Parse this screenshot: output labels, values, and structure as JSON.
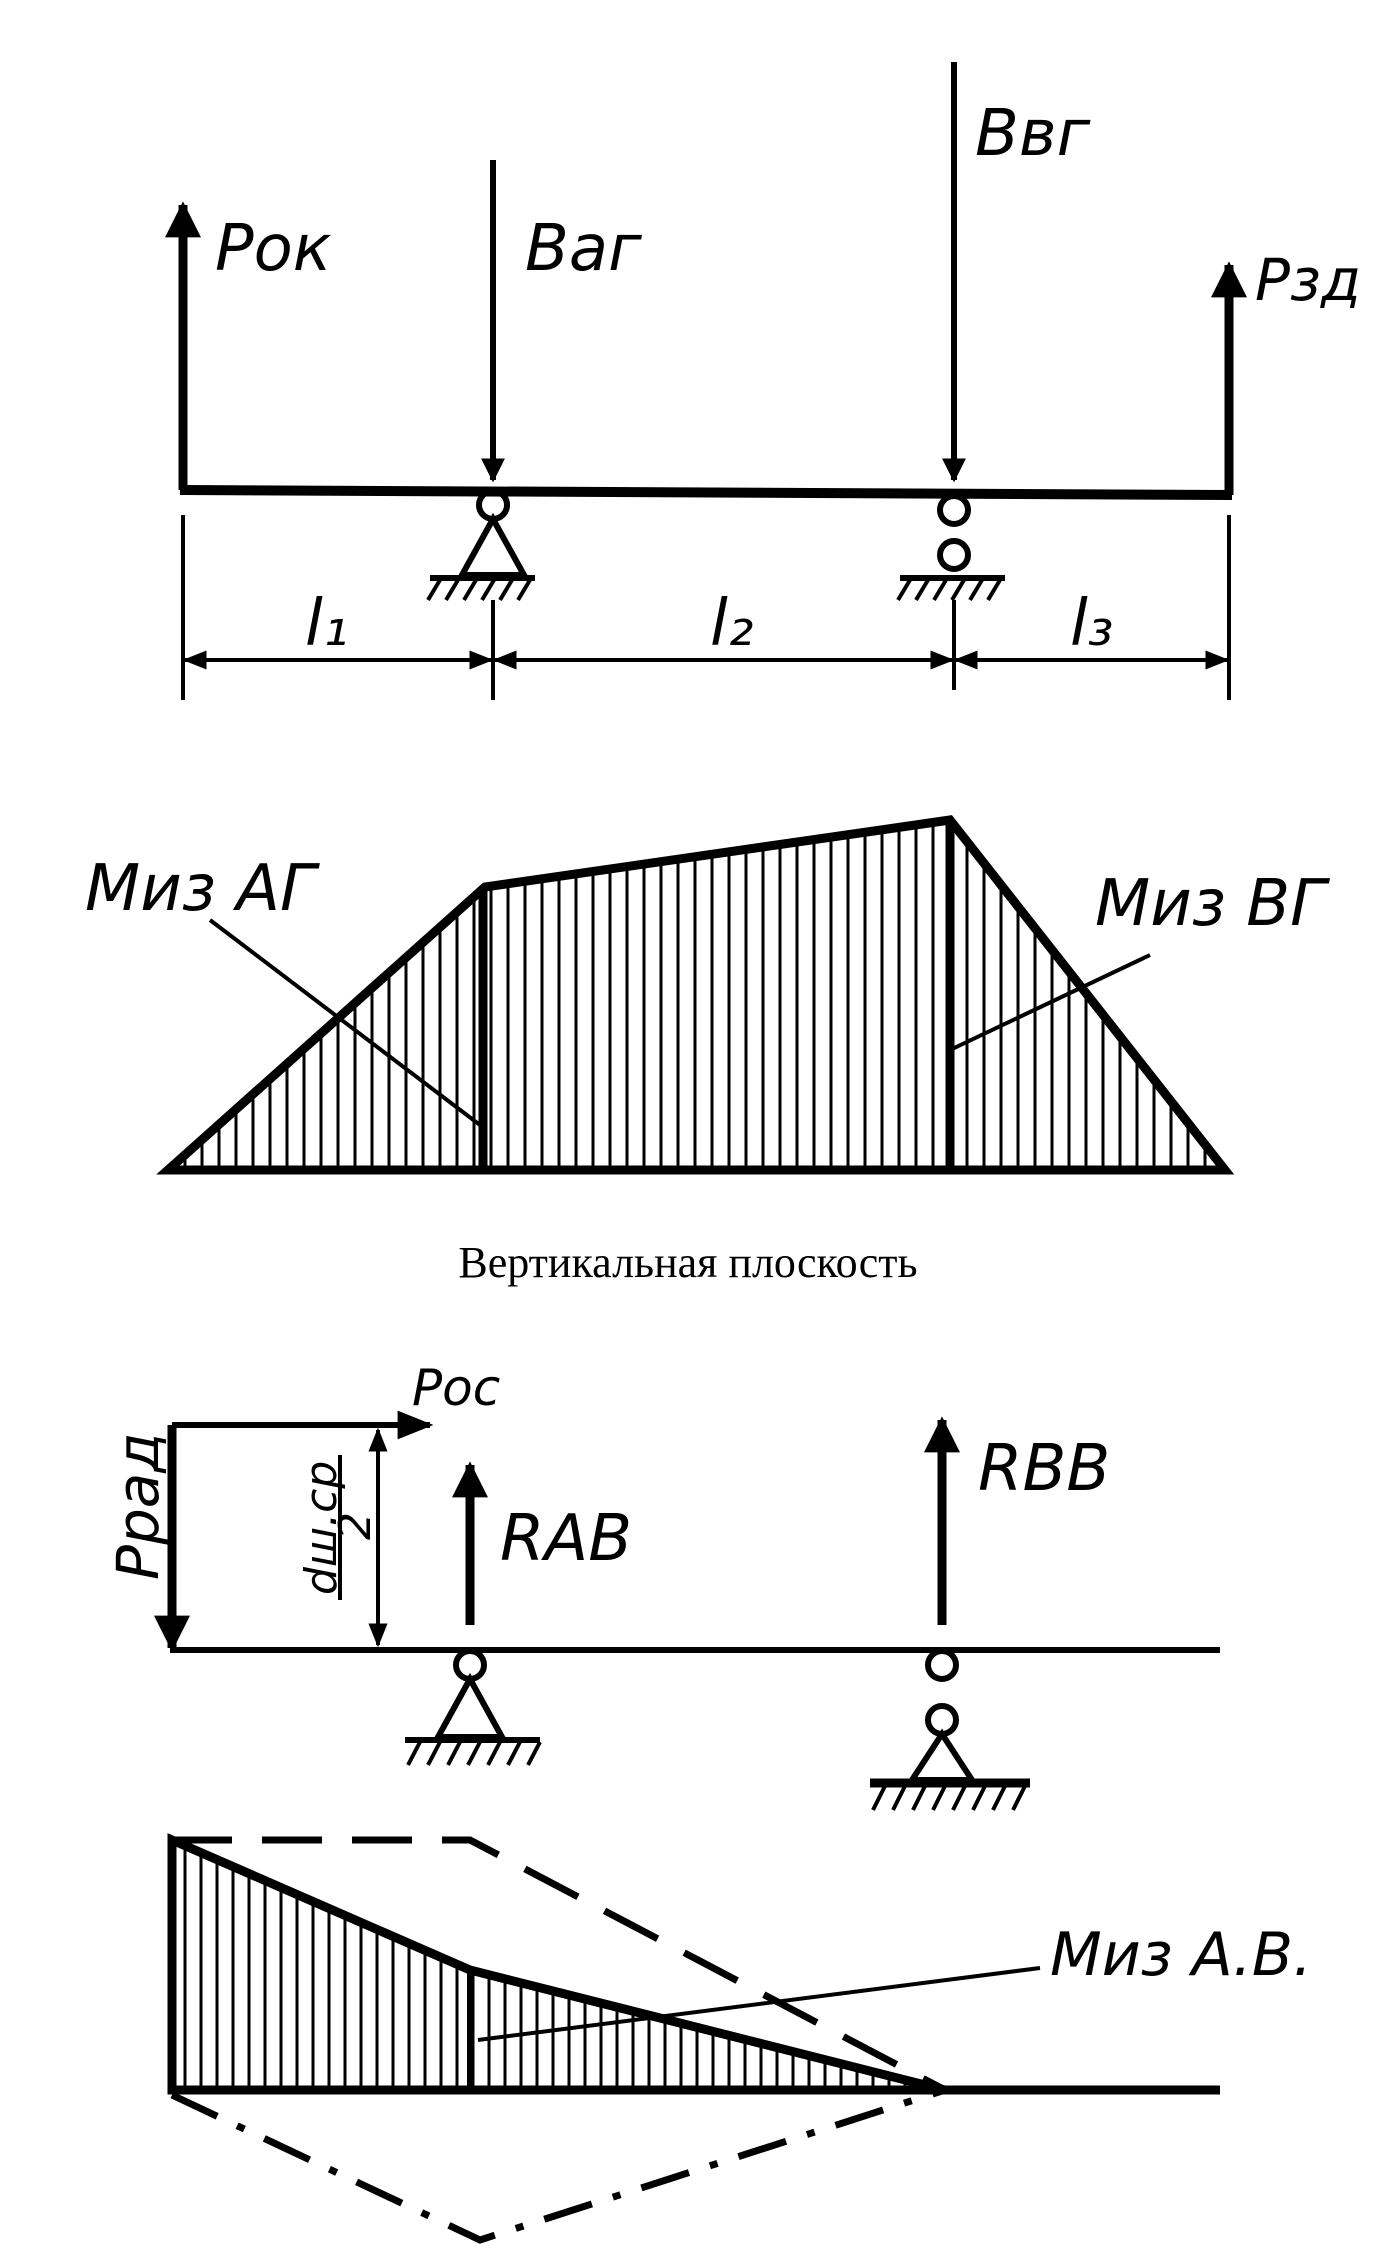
{
  "horizontal_plane": {
    "forces": {
      "p_ok": "Pок",
      "b_ag": "Bаг",
      "b_vg": "Bвг",
      "p_zd": "Pзд"
    },
    "spans": {
      "l1": "l₁",
      "l2": "l₂",
      "l3": "l₃"
    },
    "moments": {
      "m_ag": "Mиз АГ",
      "m_vg": "Mиз ВГ"
    }
  },
  "caption": "Вертикальная плоскость",
  "vertical_plane": {
    "forces": {
      "p_os": "Pос",
      "p_rad": "Pрад",
      "r_av": "RАВ",
      "r_vv": "RВВ"
    },
    "diameter_label": "dш.ср",
    "diameter_divisor": "2",
    "moment": "Mиз А.В."
  }
}
